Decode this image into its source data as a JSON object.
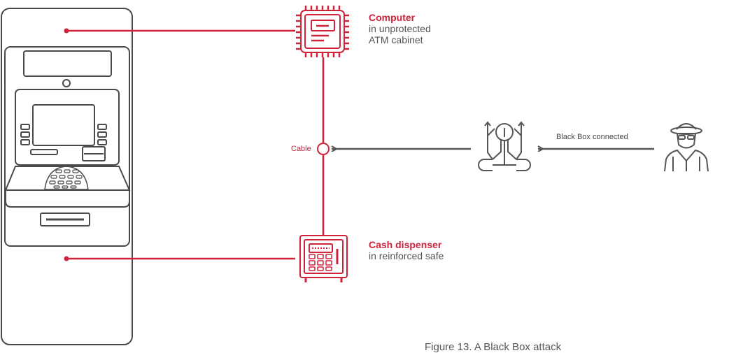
{
  "computer": {
    "title": "Computer",
    "line1": "in unprotected",
    "line2": "ATM cabinet"
  },
  "cash": {
    "title": "Cash dispenser",
    "line1": "in reinforced safe"
  },
  "cable_label": "Cable",
  "connection_label": "Black Box connected",
  "caption": "Figure 13. A Black Box attack",
  "colors": {
    "accent": "#d0223a",
    "line": "#555555",
    "atm": "#4a4a4a"
  },
  "icons": {
    "atm": "atm-machine-icon",
    "computer": "cpu-chip-icon",
    "safe": "safe-icon",
    "black_box": "black-box-device-icon",
    "attacker": "hacker-spy-icon"
  }
}
